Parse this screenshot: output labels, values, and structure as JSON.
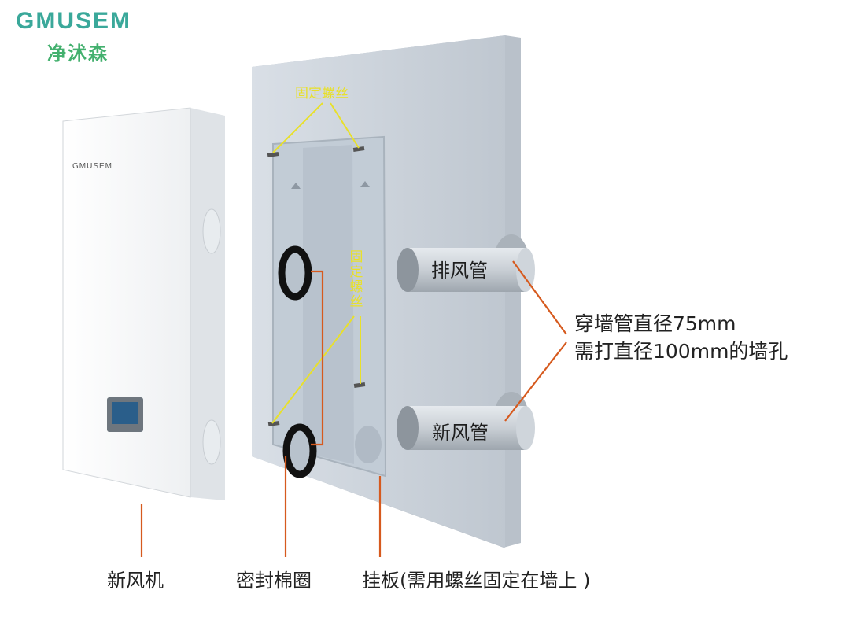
{
  "brand": {
    "logo_en": "GMUSEM",
    "logo_cn": "净沭森",
    "unit_badge": "GMUSEM"
  },
  "labels": {
    "screw_top": "固定螺丝",
    "screw_mid": "固定螺丝",
    "exhaust_pipe": "排风管",
    "fresh_pipe": "新风管",
    "pipe_spec_line1": "穿墙管直径75mm",
    "pipe_spec_line2": "需打直径100mm的墙孔",
    "unit": "新风机",
    "seal_ring": "密封棉圈",
    "mount_plate": "挂板(需用螺丝固定在墙上 )"
  },
  "colors": {
    "leader_orange": "#d65a1e",
    "leader_yellow": "#e8e02a",
    "wall": "#cfd6de",
    "logo_teal": "#3aa89a",
    "logo_green": "#43b06e"
  }
}
